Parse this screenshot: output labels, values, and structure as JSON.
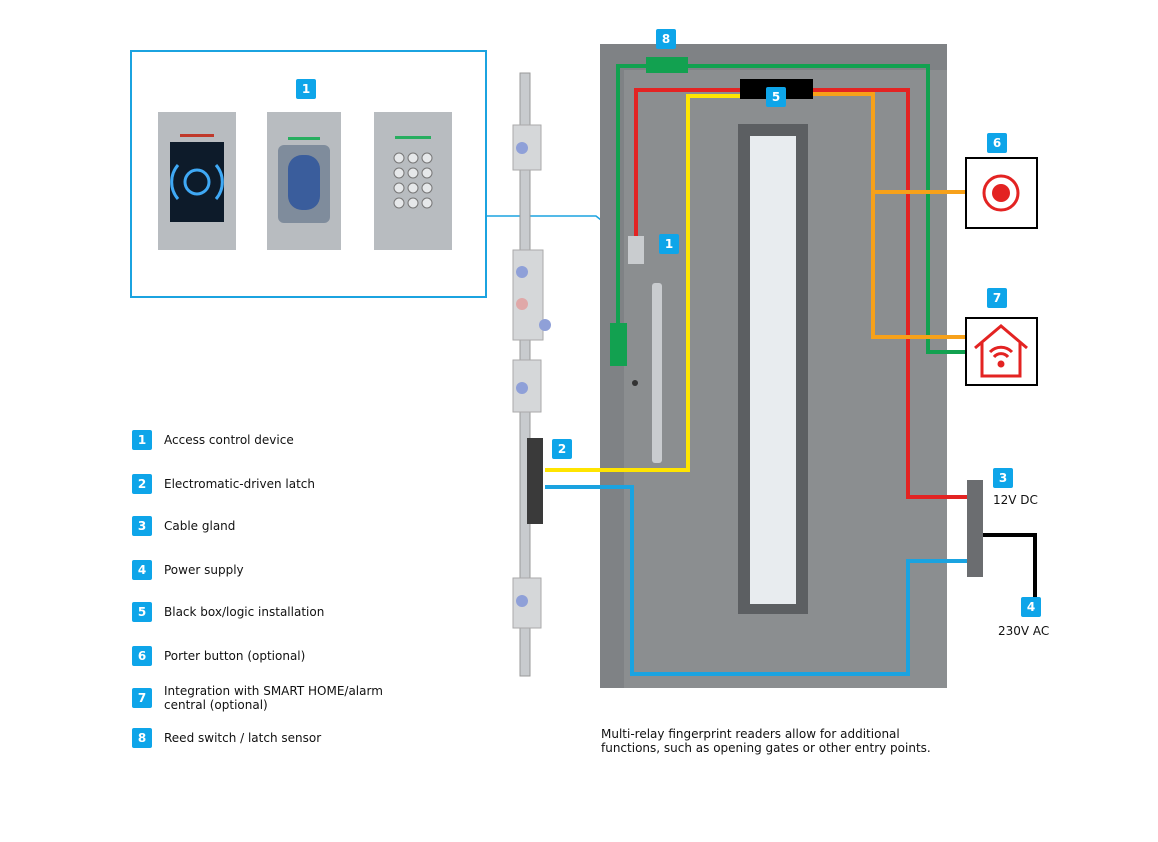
{
  "colors": {
    "badge": "#0ea5e9",
    "green_wire": "#12a150",
    "red_wire": "#e32322",
    "yellow_wire": "#ffe500",
    "orange_wire": "#f7a11a",
    "blue_wire": "#1ba3e0",
    "power_wire": "#000000",
    "door": "#8b8e90"
  },
  "diagram": {
    "badges": {
      "b1_box": "1",
      "b1_door": "1",
      "b2": "2",
      "b3": "3",
      "b4": "4",
      "b5": "5",
      "b6": "6",
      "b7": "7",
      "b8": "8"
    },
    "voltage_dc": "12V DC",
    "voltage_ac": "230V AC",
    "devices": [
      "rfid-reader",
      "fingerprint-reader",
      "keypad"
    ],
    "porter_icon": "record-button-icon",
    "smarthome_icon": "house-wifi-icon"
  },
  "legend": [
    {
      "num": "1",
      "label": "Access control device"
    },
    {
      "num": "2",
      "label": "Electromatic-driven latch"
    },
    {
      "num": "3",
      "label": "Cable gland"
    },
    {
      "num": "4",
      "label": "Power supply"
    },
    {
      "num": "5",
      "label": "Black box/logic installation"
    },
    {
      "num": "6",
      "label": "Porter button (optional)"
    },
    {
      "num": "7",
      "label": "Integration with SMART HOME/alarm central (optional)"
    },
    {
      "num": "8",
      "label": "Reed switch / latch sensor"
    }
  ],
  "caption": "Multi-relay fingerprint readers allow for additional functions, such as opening gates or other entry points."
}
